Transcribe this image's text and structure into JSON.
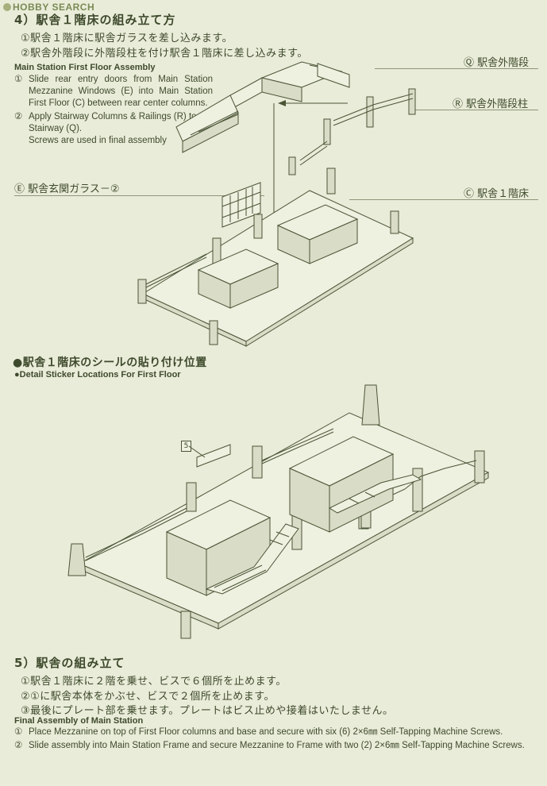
{
  "watermark": "HOBBY SEARCH",
  "section4": {
    "title": "4）駅舎１階床の組み立て方",
    "step1_jp": "①駅舎１階床に駅舎ガラスを差し込みます。",
    "step2_jp": "②駅舎外階段に外階段柱を付け駅舎１階床に差し込みます。",
    "en_title": "Main Station First Floor Assembly",
    "en_items": [
      {
        "num": "①",
        "text": "Slide rear entry doors from Main Station Mezzanine Windows (E) into Main Station First Floor (C) between rear center columns."
      },
      {
        "num": "②",
        "text": "Apply Stairway Columns & Railings (R) to Stairway (Q).\nScrews are used in final assembly"
      }
    ],
    "labels": {
      "q": "Ⓠ 駅舎外階段",
      "r": "Ⓡ 駅舎外階段柱",
      "e": "Ⓔ 駅舎玄関ガラス－②",
      "c": "Ⓒ 駅舎１階床"
    }
  },
  "stickers": {
    "title_jp": "●駅舎１階床のシールの貼り付け位置",
    "title_en": "●Detail Sticker Locations For First Floor",
    "sticker_num": "5"
  },
  "section5": {
    "title": "5）駅舎の組み立て",
    "step1_jp": "①駅舎１階床に２階を乗せ、ビスで６個所を止めます。",
    "step2_jp": "②①に駅舎本体をかぶせ、ビスで２個所を止めます。",
    "step3_jp": "③最後にプレート部を乗せます。プレートはビス止めや接着はいたしません。",
    "en_title": "Final Assembly of Main Station",
    "en_items": [
      {
        "num": "①",
        "text": "Place Mezzanine on top of First Floor columns and base and secure with six (6) 2×6㎜ Self-Tapping Machine Screws."
      },
      {
        "num": "②",
        "text": "Slide assembly into Main Station Frame and secure Mezzanine to Frame with two (2) 2×6㎜ Self-Tapping Machine Screws."
      }
    ]
  }
}
